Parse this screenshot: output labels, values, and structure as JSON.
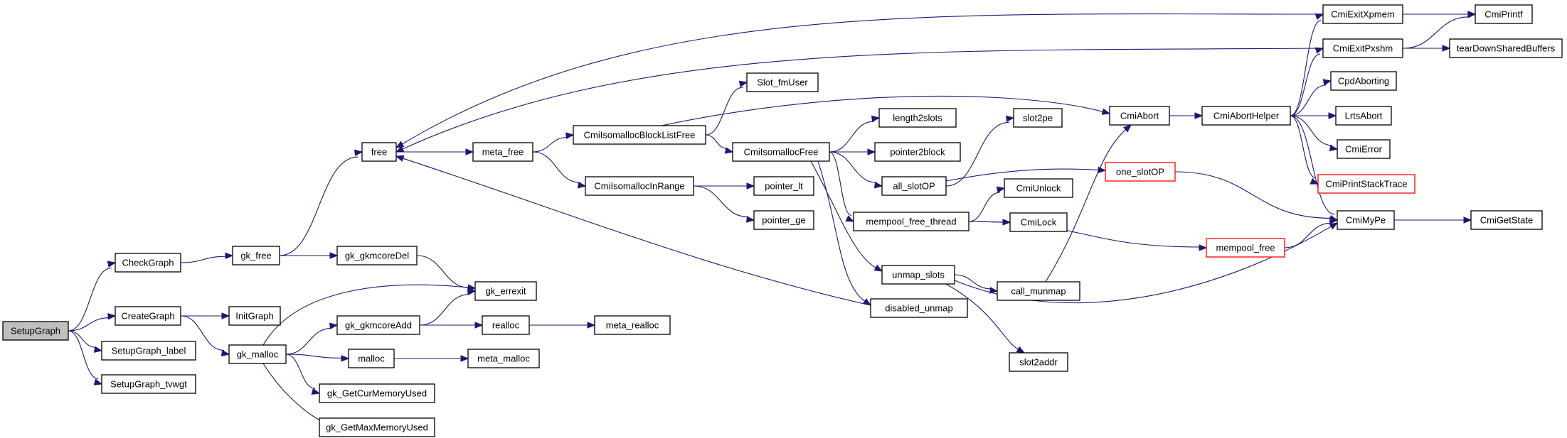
{
  "colors": {
    "edge": "#191970",
    "root_fill": "#bfbfbf",
    "red_border": "#ff0000",
    "border": "#000000"
  },
  "nodes": [
    {
      "id": "SetupGraph",
      "label": "SetupGraph",
      "style": "root"
    },
    {
      "id": "CheckGraph",
      "label": "CheckGraph"
    },
    {
      "id": "CreateGraph",
      "label": "CreateGraph"
    },
    {
      "id": "SetupGraph_label",
      "label": "SetupGraph_label"
    },
    {
      "id": "SetupGraph_tvwgt",
      "label": "SetupGraph_tvwgt"
    },
    {
      "id": "gk_free",
      "label": "gk_free"
    },
    {
      "id": "InitGraph",
      "label": "InitGraph"
    },
    {
      "id": "gk_malloc",
      "label": "gk_malloc"
    },
    {
      "id": "free",
      "label": "free"
    },
    {
      "id": "gk_gkmcoreDel",
      "label": "gk_gkmcoreDel"
    },
    {
      "id": "gk_errexit",
      "label": "gk_errexit"
    },
    {
      "id": "gk_gkmcoreAdd",
      "label": "gk_gkmcoreAdd"
    },
    {
      "id": "malloc",
      "label": "malloc"
    },
    {
      "id": "gk_GetCurMemoryUsed",
      "label": "gk_GetCurMemoryUsed"
    },
    {
      "id": "gk_GetMaxMemoryUsed",
      "label": "gk_GetMaxMemoryUsed"
    },
    {
      "id": "meta_free",
      "label": "meta_free"
    },
    {
      "id": "realloc",
      "label": "realloc"
    },
    {
      "id": "meta_malloc",
      "label": "meta_malloc"
    },
    {
      "id": "meta_realloc",
      "label": "meta_realloc"
    },
    {
      "id": "CmiIsomallocBlockListFree",
      "label": "CmiIsomallocBlockListFree"
    },
    {
      "id": "CmiIsomallocInRange",
      "label": "CmiIsomallocInRange"
    },
    {
      "id": "Slot_fmUser",
      "label": "Slot_fmUser"
    },
    {
      "id": "CmiIsomallocFree",
      "label": "CmiIsomallocFree"
    },
    {
      "id": "pointer_lt",
      "label": "pointer_lt"
    },
    {
      "id": "pointer_ge",
      "label": "pointer_ge"
    },
    {
      "id": "length2slots",
      "label": "length2slots"
    },
    {
      "id": "pointer2block",
      "label": "pointer2block"
    },
    {
      "id": "all_slotOP",
      "label": "all_slotOP"
    },
    {
      "id": "mempool_free_thread",
      "label": "mempool_free_thread"
    },
    {
      "id": "unmap_slots",
      "label": "unmap_slots"
    },
    {
      "id": "disabled_unmap",
      "label": "disabled_unmap"
    },
    {
      "id": "slot2pe",
      "label": "slot2pe"
    },
    {
      "id": "CmiUnlock",
      "label": "CmiUnlock"
    },
    {
      "id": "CmiLock",
      "label": "CmiLock"
    },
    {
      "id": "call_munmap",
      "label": "call_munmap"
    },
    {
      "id": "slot2addr",
      "label": "slot2addr"
    },
    {
      "id": "CmiAbort",
      "label": "CmiAbort"
    },
    {
      "id": "one_slotOP",
      "label": "one_slotOP",
      "style": "red"
    },
    {
      "id": "mempool_free",
      "label": "mempool_free",
      "style": "red"
    },
    {
      "id": "CmiAbortHelper",
      "label": "CmiAbortHelper"
    },
    {
      "id": "CmiExitXpmem",
      "label": "CmiExitXpmem"
    },
    {
      "id": "CmiExitPxshm",
      "label": "CmiExitPxshm"
    },
    {
      "id": "CpdAborting",
      "label": "CpdAborting"
    },
    {
      "id": "LrtsAbort",
      "label": "LrtsAbort"
    },
    {
      "id": "CmiError",
      "label": "CmiError"
    },
    {
      "id": "CmiPrintStackTrace",
      "label": "CmiPrintStackTrace",
      "style": "red"
    },
    {
      "id": "CmiMyPe",
      "label": "CmiMyPe"
    },
    {
      "id": "CmiPrintf",
      "label": "CmiPrintf"
    },
    {
      "id": "tearDownSharedBuffers",
      "label": "tearDownSharedBuffers"
    },
    {
      "id": "CmiGetState",
      "label": "CmiGetState"
    }
  ],
  "edges": [
    [
      "SetupGraph",
      "CheckGraph"
    ],
    [
      "SetupGraph",
      "CreateGraph"
    ],
    [
      "SetupGraph",
      "SetupGraph_label"
    ],
    [
      "SetupGraph",
      "SetupGraph_tvwgt"
    ],
    [
      "CheckGraph",
      "gk_free"
    ],
    [
      "CreateGraph",
      "InitGraph"
    ],
    [
      "CreateGraph",
      "gk_malloc"
    ],
    [
      "gk_free",
      "free"
    ],
    [
      "gk_free",
      "gk_gkmcoreDel"
    ],
    [
      "gk_gkmcoreDel",
      "gk_errexit"
    ],
    [
      "gk_malloc",
      "gk_errexit"
    ],
    [
      "gk_malloc",
      "gk_gkmcoreAdd"
    ],
    [
      "gk_malloc",
      "malloc"
    ],
    [
      "gk_malloc",
      "gk_GetCurMemoryUsed"
    ],
    [
      "gk_malloc",
      "gk_GetMaxMemoryUsed"
    ],
    [
      "gk_gkmcoreAdd",
      "gk_errexit"
    ],
    [
      "gk_gkmcoreAdd",
      "realloc"
    ],
    [
      "realloc",
      "meta_realloc"
    ],
    [
      "malloc",
      "meta_malloc"
    ],
    [
      "free",
      "meta_free"
    ],
    [
      "meta_free",
      "CmiIsomallocBlockListFree"
    ],
    [
      "meta_free",
      "CmiIsomallocInRange"
    ],
    [
      "CmiIsomallocBlockListFree",
      "Slot_fmUser"
    ],
    [
      "CmiIsomallocBlockListFree",
      "CmiIsomallocFree"
    ],
    [
      "CmiIsomallocBlockListFree",
      "CmiAbort"
    ],
    [
      "CmiIsomallocInRange",
      "pointer_lt"
    ],
    [
      "CmiIsomallocInRange",
      "pointer_ge"
    ],
    [
      "CmiIsomallocFree",
      "length2slots"
    ],
    [
      "CmiIsomallocFree",
      "pointer2block"
    ],
    [
      "CmiIsomallocFree",
      "all_slotOP"
    ],
    [
      "CmiIsomallocFree",
      "mempool_free_thread"
    ],
    [
      "CmiIsomallocFree",
      "unmap_slots"
    ],
    [
      "CmiIsomallocFree",
      "disabled_unmap"
    ],
    [
      "all_slotOP",
      "slot2pe"
    ],
    [
      "all_slotOP",
      "one_slotOP"
    ],
    [
      "mempool_free_thread",
      "CmiUnlock"
    ],
    [
      "mempool_free_thread",
      "CmiLock"
    ],
    [
      "mempool_free_thread",
      "mempool_free"
    ],
    [
      "unmap_slots",
      "call_munmap"
    ],
    [
      "unmap_slots",
      "slot2addr"
    ],
    [
      "unmap_slots",
      "CmiMyPe"
    ],
    [
      "disabled_unmap",
      "free"
    ],
    [
      "call_munmap",
      "CmiAbort"
    ],
    [
      "CmiAbort",
      "CmiAbortHelper"
    ],
    [
      "one_slotOP",
      "CmiMyPe"
    ],
    [
      "mempool_free",
      "CmiMyPe"
    ],
    [
      "CmiAbortHelper",
      "CmiExitXpmem"
    ],
    [
      "CmiAbortHelper",
      "CmiExitPxshm"
    ],
    [
      "CmiAbortHelper",
      "CpdAborting"
    ],
    [
      "CmiAbortHelper",
      "LrtsAbort"
    ],
    [
      "CmiAbortHelper",
      "CmiError"
    ],
    [
      "CmiAbortHelper",
      "CmiPrintStackTrace"
    ],
    [
      "CmiAbortHelper",
      "CmiMyPe"
    ],
    [
      "CmiExitXpmem",
      "CmiPrintf"
    ],
    [
      "CmiExitXpmem",
      "free"
    ],
    [
      "CmiExitPxshm",
      "CmiPrintf"
    ],
    [
      "CmiExitPxshm",
      "tearDownSharedBuffers"
    ],
    [
      "CmiExitPxshm",
      "free"
    ],
    [
      "CmiMyPe",
      "CmiGetState"
    ]
  ]
}
